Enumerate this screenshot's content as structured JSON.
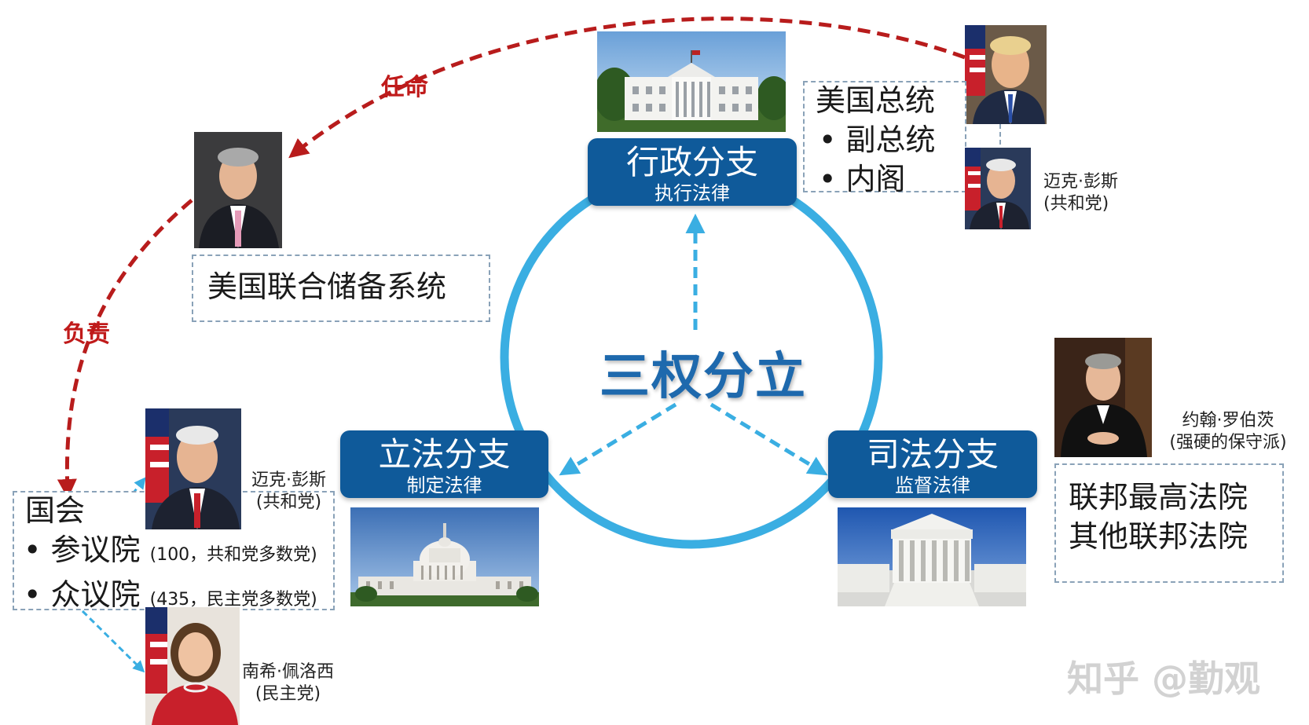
{
  "center": {
    "title": "三权分立"
  },
  "branches": {
    "executive": {
      "title": "行政分支",
      "subtitle": "执行法律"
    },
    "legislative": {
      "title": "立法分支",
      "subtitle": "制定法律"
    },
    "judicial": {
      "title": "司法分支",
      "subtitle": "监督法律"
    }
  },
  "executive_box": {
    "title": "美国总统",
    "items": [
      "副总统",
      "内阁"
    ]
  },
  "fed_box": {
    "title": "美国联合储备系统"
  },
  "congress_box": {
    "title": "国会",
    "items": [
      {
        "label": "参议院",
        "note": "(100，共和党多数党)"
      },
      {
        "label": "众议院",
        "note": "(435，民主党多数党)"
      }
    ]
  },
  "court_box": {
    "lines": [
      "联邦最高法院",
      "其他联邦法院"
    ]
  },
  "people": {
    "vp_exec": {
      "name": "迈克·彭斯",
      "party": "(共和党)"
    },
    "vp_senate": {
      "name": "迈克·彭斯",
      "party": "(共和党)"
    },
    "speaker": {
      "name": "南希·佩洛西",
      "party": "(民主党)"
    },
    "chief_justice": {
      "name": "约翰·罗伯茨",
      "party": "(强硬的保守派)"
    }
  },
  "arrows": {
    "appoint": "任命",
    "responsible": "负责"
  },
  "watermark": "知乎 @勤观",
  "colors": {
    "branch_blue": "#0f5a9a",
    "circle_blue": "#3aaee2",
    "arrow_red": "#b81c1c",
    "arrow_blue": "#3aaee2"
  }
}
